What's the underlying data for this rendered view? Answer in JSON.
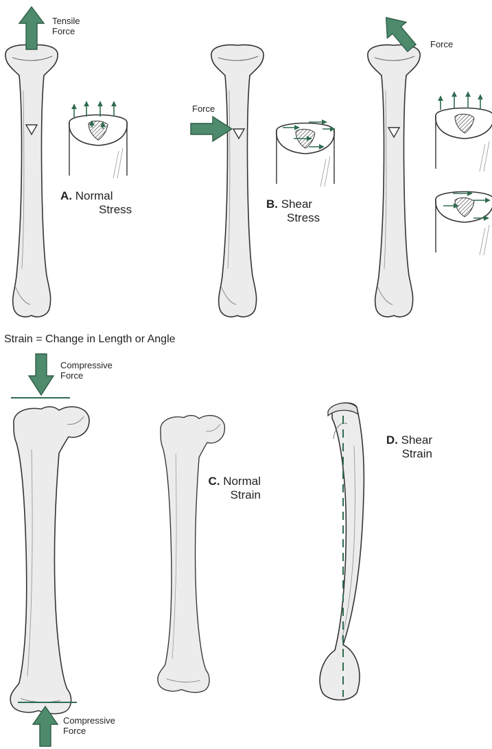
{
  "colors": {
    "arrow_fill": "#4e8a6c",
    "arrow_stroke": "#2f5d47",
    "bone_fill": "#ececec",
    "bone_outline": "#333333",
    "force_line": "#2f6b4f"
  },
  "panels": {
    "a": {
      "force_line1": "Tensile",
      "force_line2": "Force",
      "letter": "A.",
      "word1": "Normal",
      "word2": "Stress"
    },
    "b": {
      "force": "Force",
      "letter": "B.",
      "word1": "Shear",
      "word2": "Stress"
    },
    "oblique": {
      "force": "Force"
    },
    "c": {
      "letter": "C.",
      "word1": "Normal",
      "word2": "Strain"
    },
    "d": {
      "letter": "D.",
      "word1": "Shear",
      "word2": "Strain"
    },
    "compressive_top": {
      "line1": "Compressive",
      "line2": "Force"
    },
    "compressive_bottom": {
      "line1": "Compressive",
      "line2": "Force"
    }
  },
  "strain_heading": "Strain = Change in Length or Angle",
  "icons": [
    "tensile-force-arrow-icon",
    "shear-force-arrow-icon",
    "oblique-force-arrow-icon",
    "compressive-force-arrow-icon",
    "tibia-bone-icon",
    "femur-bone-icon",
    "cross-section-block-icon"
  ]
}
